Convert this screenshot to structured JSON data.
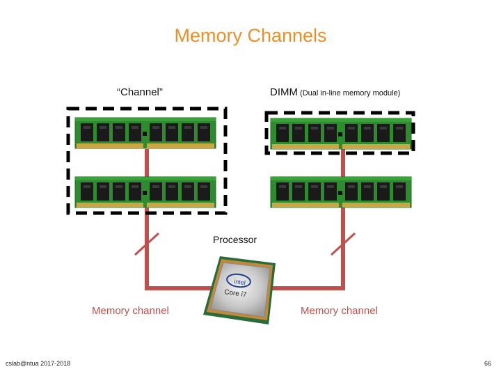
{
  "slide": {
    "title": "Memory Channels",
    "channel_label": "“Channel”",
    "dimm_label_main": "DIMM",
    "dimm_label_detail": " (Dual in-line memory module)",
    "processor_label": "Processor",
    "memory_channel_left": "Memory channel",
    "memory_channel_right": "Memory channel",
    "cpu_brand": "intel",
    "cpu_model": "Core i7",
    "footer_left": "cslab@ntua 2017-2018",
    "page_number": "66"
  },
  "colors": {
    "title": "#E8902A",
    "wire": "#C0504D",
    "dimm_pcb": "#2E8B2E",
    "dimm_chip": "#1A1A1A",
    "gold_contacts": "#C8A845"
  }
}
